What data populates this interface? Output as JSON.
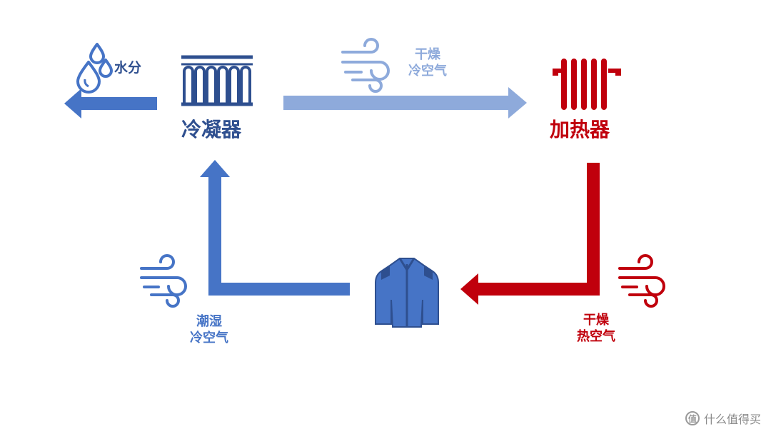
{
  "colors": {
    "blue": "#4674c6",
    "light_blue": "#8eaadb",
    "dark_blue": "#2e4f8f",
    "red": "#c0000c",
    "gray": "#8a8a8a"
  },
  "labels": {
    "water": "水分",
    "condenser": "冷凝器",
    "heater": "加热器",
    "dry_cold_air_line1": "干燥",
    "dry_cold_air_line2": "冷空气",
    "dry_hot_air_line1": "干燥",
    "dry_hot_air_line2": "热空气",
    "humid_cold_air_line1": "潮湿",
    "humid_cold_air_line2": "冷空气"
  },
  "icons": {
    "water": "water-drops-icon",
    "condenser": "condenser-coil-icon",
    "heater": "radiator-icon",
    "wind": "wind-icon",
    "jacket": "jacket-icon"
  },
  "watermark": {
    "badge": "值",
    "text": "什么值得买"
  }
}
